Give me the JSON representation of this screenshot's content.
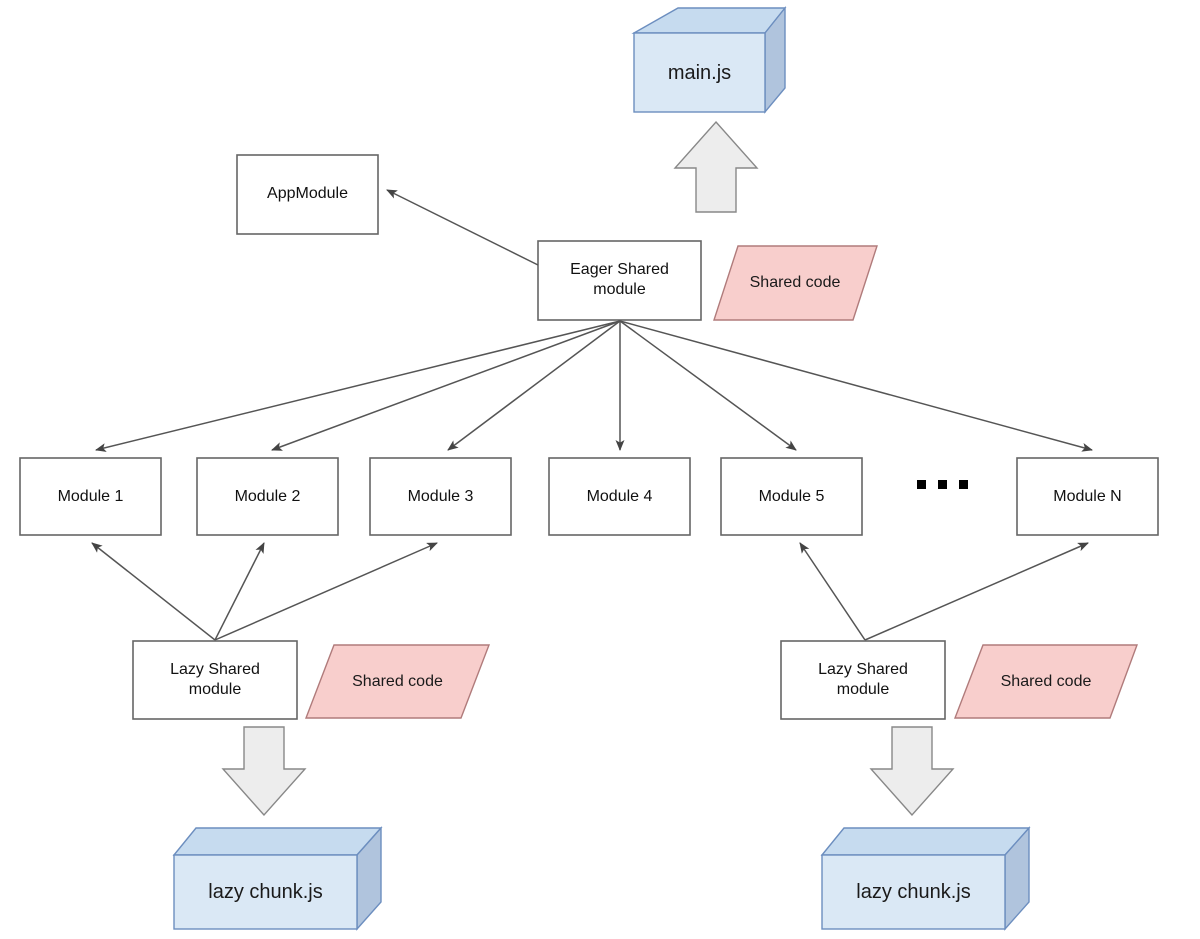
{
  "diagram": {
    "title": "Angular eager and lazy shared module bundling diagram",
    "colors": {
      "cube_front": "#dae8f5",
      "cube_top": "#c6dbef",
      "cube_side": "#b0c4dd",
      "cube_stroke": "#6c8ebf",
      "shared_code_fill": "#f8cecc",
      "shared_code_stroke": "#b07b7b",
      "box_fill": "#ffffff",
      "box_stroke": "#666666",
      "block_arrow_fill": "#ededed",
      "block_arrow_stroke": "#888888",
      "connector_stroke": "#555555",
      "background": "#ffffff"
    },
    "bundles": [
      {
        "id": "main-js",
        "label": "main.js"
      },
      {
        "id": "lazy-chunk-left",
        "label": "lazy chunk.js"
      },
      {
        "id": "lazy-chunk-right",
        "label": "lazy chunk.js"
      }
    ],
    "boxes": [
      {
        "id": "app-module",
        "label": "AppModule"
      },
      {
        "id": "eager-shared-module",
        "label": "Eager Shared\nmodule"
      },
      {
        "id": "lazy-shared-module-left",
        "label": "Lazy Shared\nmodule"
      },
      {
        "id": "lazy-shared-module-right",
        "label": "Lazy Shared\nmodule"
      }
    ],
    "modules": [
      {
        "id": "module-1",
        "label": "Module 1"
      },
      {
        "id": "module-2",
        "label": "Module 2"
      },
      {
        "id": "module-3",
        "label": "Module 3"
      },
      {
        "id": "module-4",
        "label": "Module 4"
      },
      {
        "id": "module-5",
        "label": "Module 5"
      },
      {
        "id": "module-n",
        "label": "Module N"
      }
    ],
    "ellipsis": {
      "id": "modules-ellipsis",
      "label": "...",
      "dots": 3
    },
    "shared_code_tags": [
      {
        "id": "shared-code-eager",
        "label": "Shared code"
      },
      {
        "id": "shared-code-lazy-left",
        "label": "Shared code"
      },
      {
        "id": "shared-code-lazy-right",
        "label": "Shared code"
      }
    ],
    "connections": [
      {
        "from": "eager-shared-module",
        "to": "app-module"
      },
      {
        "from": "eager-shared-module",
        "to": "module-1"
      },
      {
        "from": "eager-shared-module",
        "to": "module-2"
      },
      {
        "from": "eager-shared-module",
        "to": "module-3"
      },
      {
        "from": "eager-shared-module",
        "to": "module-4"
      },
      {
        "from": "eager-shared-module",
        "to": "module-5"
      },
      {
        "from": "eager-shared-module",
        "to": "module-n"
      },
      {
        "from": "lazy-shared-module-left",
        "to": "module-1"
      },
      {
        "from": "lazy-shared-module-left",
        "to": "module-2"
      },
      {
        "from": "lazy-shared-module-left",
        "to": "module-3"
      },
      {
        "from": "lazy-shared-module-right",
        "to": "module-5"
      },
      {
        "from": "lazy-shared-module-right",
        "to": "module-n"
      },
      {
        "from": "eager-shared-module",
        "to": "main-js",
        "style": "block-arrow"
      },
      {
        "from": "lazy-shared-module-left",
        "to": "lazy-chunk-left",
        "style": "block-arrow"
      },
      {
        "from": "lazy-shared-module-right",
        "to": "lazy-chunk-right",
        "style": "block-arrow"
      }
    ]
  }
}
